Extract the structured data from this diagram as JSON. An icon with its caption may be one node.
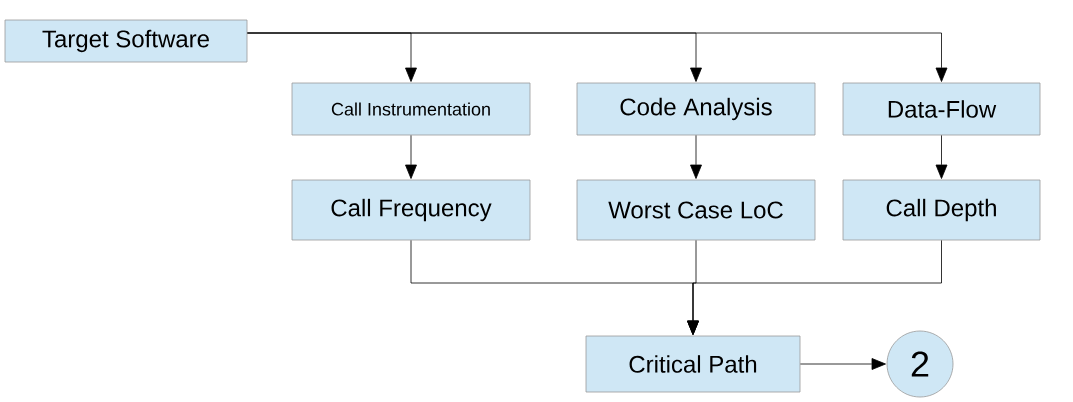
{
  "diagram": {
    "nodes": [
      {
        "text": [
          "Target Software"
        ]
      },
      {
        "text": [
          "Call Instrumentation"
        ]
      },
      {
        "text": [
          "Code Analysis"
        ]
      },
      {
        "text": [
          "Data-Flow"
        ]
      },
      {
        "text": [
          "Call Frequency"
        ]
      },
      {
        "text": [
          "Worst Case LoC"
        ]
      },
      {
        "text": [
          "Call Depth"
        ]
      },
      {
        "text": [
          "Critical Path"
        ]
      },
      {
        "text": [
          "2"
        ]
      }
    ],
    "edges": [
      {
        "from": 0,
        "to": 1,
        "arrow": "to"
      },
      {
        "from": 0,
        "to": 2,
        "arrow": "to"
      },
      {
        "from": 0,
        "to": 3,
        "arrow": "to"
      },
      {
        "from": 1,
        "to": 4,
        "arrow": "to"
      },
      {
        "from": 2,
        "to": 5,
        "arrow": "to"
      },
      {
        "from": 3,
        "to": 6,
        "arrow": "to"
      },
      {
        "from": 4,
        "to": 7,
        "arrow": "to"
      },
      {
        "from": 5,
        "to": 7,
        "arrow": "to"
      },
      {
        "from": 6,
        "to": 7,
        "arrow": "to"
      },
      {
        "from": 7,
        "to": 8,
        "arrow": "to"
      }
    ]
  }
}
